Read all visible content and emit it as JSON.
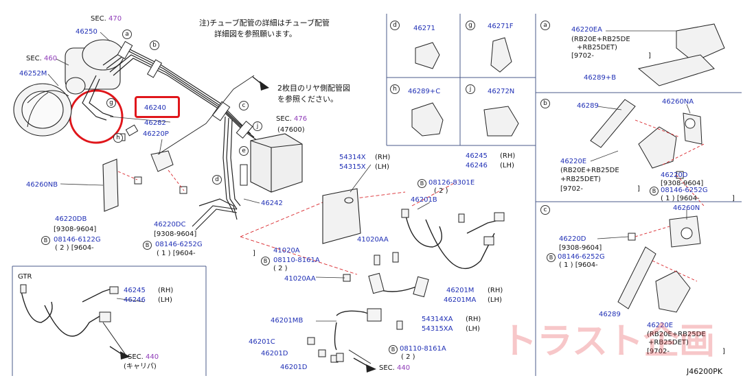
{
  "notes": {
    "tube_note_1": "注)チューブ配管の詳細はチューブ配管",
    "tube_note_2": "詳細図を参照願います。",
    "rear_note_1": "2枚目のリヤ側配管図",
    "rear_note_2": "を参照ください。"
  },
  "sections": {
    "sec470": {
      "prefix": "SEC.",
      "num": "470"
    },
    "sec460": {
      "prefix": "SEC.",
      "num": "460"
    },
    "sec476": {
      "prefix": "SEC.",
      "num": "476",
      "sub": "(47600)"
    },
    "sec440a": {
      "prefix": "SEC.",
      "num": "440",
      "sub": "(キャリパ)"
    },
    "sec440b": {
      "prefix": "SEC.",
      "num": "440"
    }
  },
  "callouts": {
    "a": "a",
    "b": "b",
    "c": "c",
    "d": "d",
    "e": "e",
    "g": "g",
    "h": "h",
    "j": "j"
  },
  "panel_letters": {
    "d": "d",
    "g": "g",
    "h": "h",
    "j": "j",
    "a": "a",
    "b": "b",
    "c": "c"
  },
  "parts": {
    "p46250": "46250",
    "p46252M": "46252M",
    "p46240": "46240",
    "p46282": "46282",
    "p46220P": "46220P",
    "p46260NB": "46260NB",
    "p46220DB": "46220DB",
    "p46220DB_range": "[9308-9604]",
    "p08146_6122G": "08146-6122G",
    "p08146_6122G_qty": "( 2 )  [9604-",
    "p46220DC": "46220DC",
    "p46220DC_range": "[9308-9604]",
    "p08146_6252G_l": "08146-6252G",
    "p08146_6252G_l_qty": "( 1 )  [9604-",
    "p46242": "46242",
    "p54314X": "54314X",
    "p54315X": "54315X",
    "rh1": "(RH)",
    "lh1": "(LH)",
    "p46245a": "46245",
    "p46246a": "46246",
    "rh2": "(RH)",
    "lh2": "(LH)",
    "p08126_8301E": "08126-8301E",
    "p08126_qty": "( 2 )",
    "p46201B": "46201B",
    "p41020A": "41020A",
    "p41020AA_top": "41020AA",
    "p08110_8161A_a": "08110-8161A",
    "p08110_qty_a": "( 2 )",
    "p41020AA": "41020AA",
    "p46201M": "46201M",
    "p46201MA": "46201MA",
    "rh3": "(RH)",
    "lh3": "(LH)",
    "p54314XA": "54314XA",
    "p54315XA": "54315XA",
    "rh4": "(RH)",
    "lh4": "(LH)",
    "p46201MB": "46201MB",
    "p46201C": "46201C",
    "p46201D_a": "46201D",
    "p46201D_b": "46201D",
    "p08110_8161A_b": "08110-8161A",
    "p08110_qty_b": "( 2 )",
    "gtr": "GTR",
    "p46245b": "46245",
    "p46246b": "46246",
    "rh5": "(RH)",
    "lh5": "(LH)",
    "p46271": "46271",
    "p46271F": "46271F",
    "p46289C": "46289+C",
    "p46272N": "46272N",
    "p46220EA": "46220EA",
    "p46220EA_eng1": "(RB20E+RB25DE",
    "p46220EA_eng2": "+RB25DET)",
    "p46220EA_range": "[9702-",
    "p46289B": "46289+B",
    "p46289_b": "46289",
    "p46260NA": "46260NA",
    "p46220E_b": "46220E",
    "p46220E_b_eng1": "(RB20E+RB25DE",
    "p46220E_b_eng2": "+RB25DET)",
    "p46220E_b_range": "[9702-",
    "p46220D_b": "46220D",
    "p46220D_b_range": "[9308-9604]",
    "p08146_6252G_b": "08146-6252G",
    "p08146_6252G_b_qty": "( 1 )  [9604-",
    "p46260N": "46260N",
    "p46220D_c": "46220D",
    "p46220D_c_range": "[9308-9604]",
    "p08146_6252G_c": "08146-6252G",
    "p08146_6252G_c_qty": "( 1 )  [9604-",
    "p46289_c": "46289",
    "p46220E_c": "46220E",
    "p46220E_c_eng1": "(RB20E+RB25DE",
    "p46220E_c_eng2": "+RB25DET)",
    "p46220E_c_range": "[9702-",
    "b_marker": "B",
    "bracket_close": "]"
  },
  "watermark": "トラスト企画",
  "doc_id": "J46200PK",
  "colors": {
    "part_number": "#1f2fb5",
    "section_number": "#8e3ab8",
    "highlight": "#e0161b",
    "line": "#222222",
    "dashed": "#d9262b"
  }
}
